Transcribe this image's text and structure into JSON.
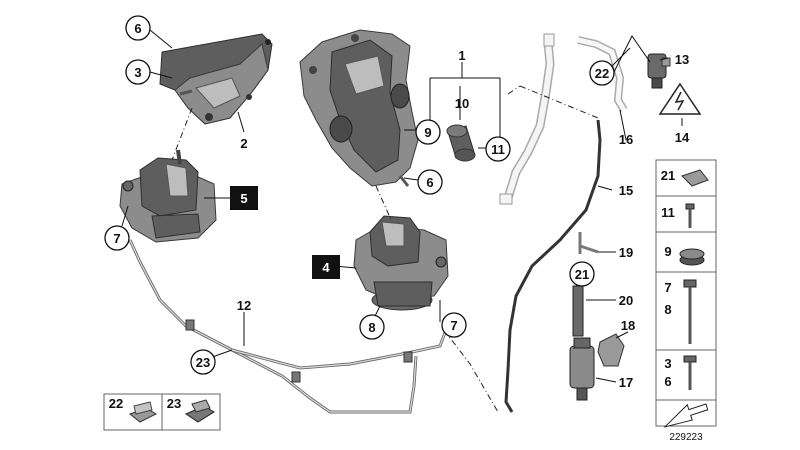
{
  "callouts": {
    "c1": "1",
    "c2": "2",
    "c3": "3",
    "c4": "4",
    "c5": "5",
    "c6a": "6",
    "c6b": "6",
    "c7a": "7",
    "c7b": "7",
    "c8": "8",
    "c9": "9",
    "c10": "10",
    "c11": "11",
    "c12": "12",
    "c13": "13",
    "c14": "14",
    "c15": "15",
    "c16": "16",
    "c17": "17",
    "c18": "18",
    "c19": "19",
    "c20": "20",
    "c21": "21",
    "c22": "22",
    "c23": "23"
  },
  "legend_right": {
    "r21": "21",
    "r11": "11",
    "r9": "9",
    "r7": "7",
    "r8": "8",
    "r3": "3",
    "r6": "6"
  },
  "legend_bottom": {
    "b22": "22",
    "b23": "23"
  },
  "reference_number": "229223"
}
